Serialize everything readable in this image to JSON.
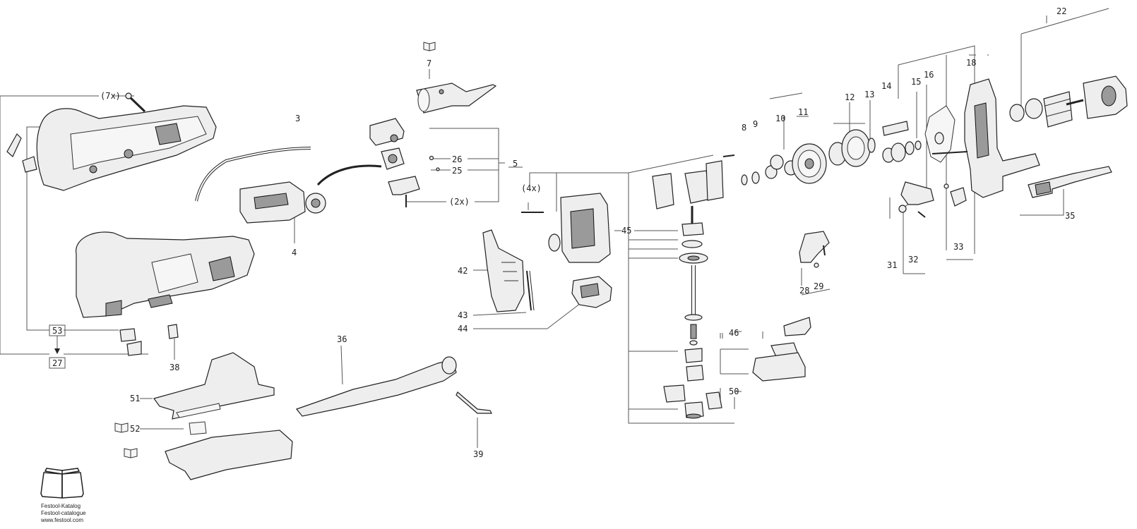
{
  "labels": {
    "l3": "3",
    "l4": "4",
    "l5": "5",
    "l7": "7",
    "l7x": "(7x)",
    "l8": "8",
    "l9": "9",
    "l10": "10",
    "l11": "11",
    "l12": "12",
    "l13": "13",
    "l14": "14",
    "l15": "15",
    "l16": "16",
    "l18": "18",
    "l22": "22",
    "l25": "25",
    "l26": "26",
    "l2x": "(2x)",
    "l4x": "(4x)",
    "l27": "27",
    "l28": "28",
    "l29": "29",
    "l31": "31",
    "l32": "32",
    "l33": "33",
    "l35": "35",
    "l36": "36",
    "l38": "38",
    "l39": "39",
    "l42": "42",
    "l43": "43",
    "l44": "44",
    "l45": "45",
    "l46": "46",
    "l50": "50",
    "l51": "51",
    "l52": "52",
    "l53": "53"
  },
  "catalog": {
    "line1": "Festool-Katalog",
    "line2": "Festool-catalogue",
    "line3": "www.festool.com",
    "icon": "open-book-icon"
  },
  "colors": {
    "line": "#555555",
    "text": "#222222",
    "part": "#eeeeee"
  }
}
